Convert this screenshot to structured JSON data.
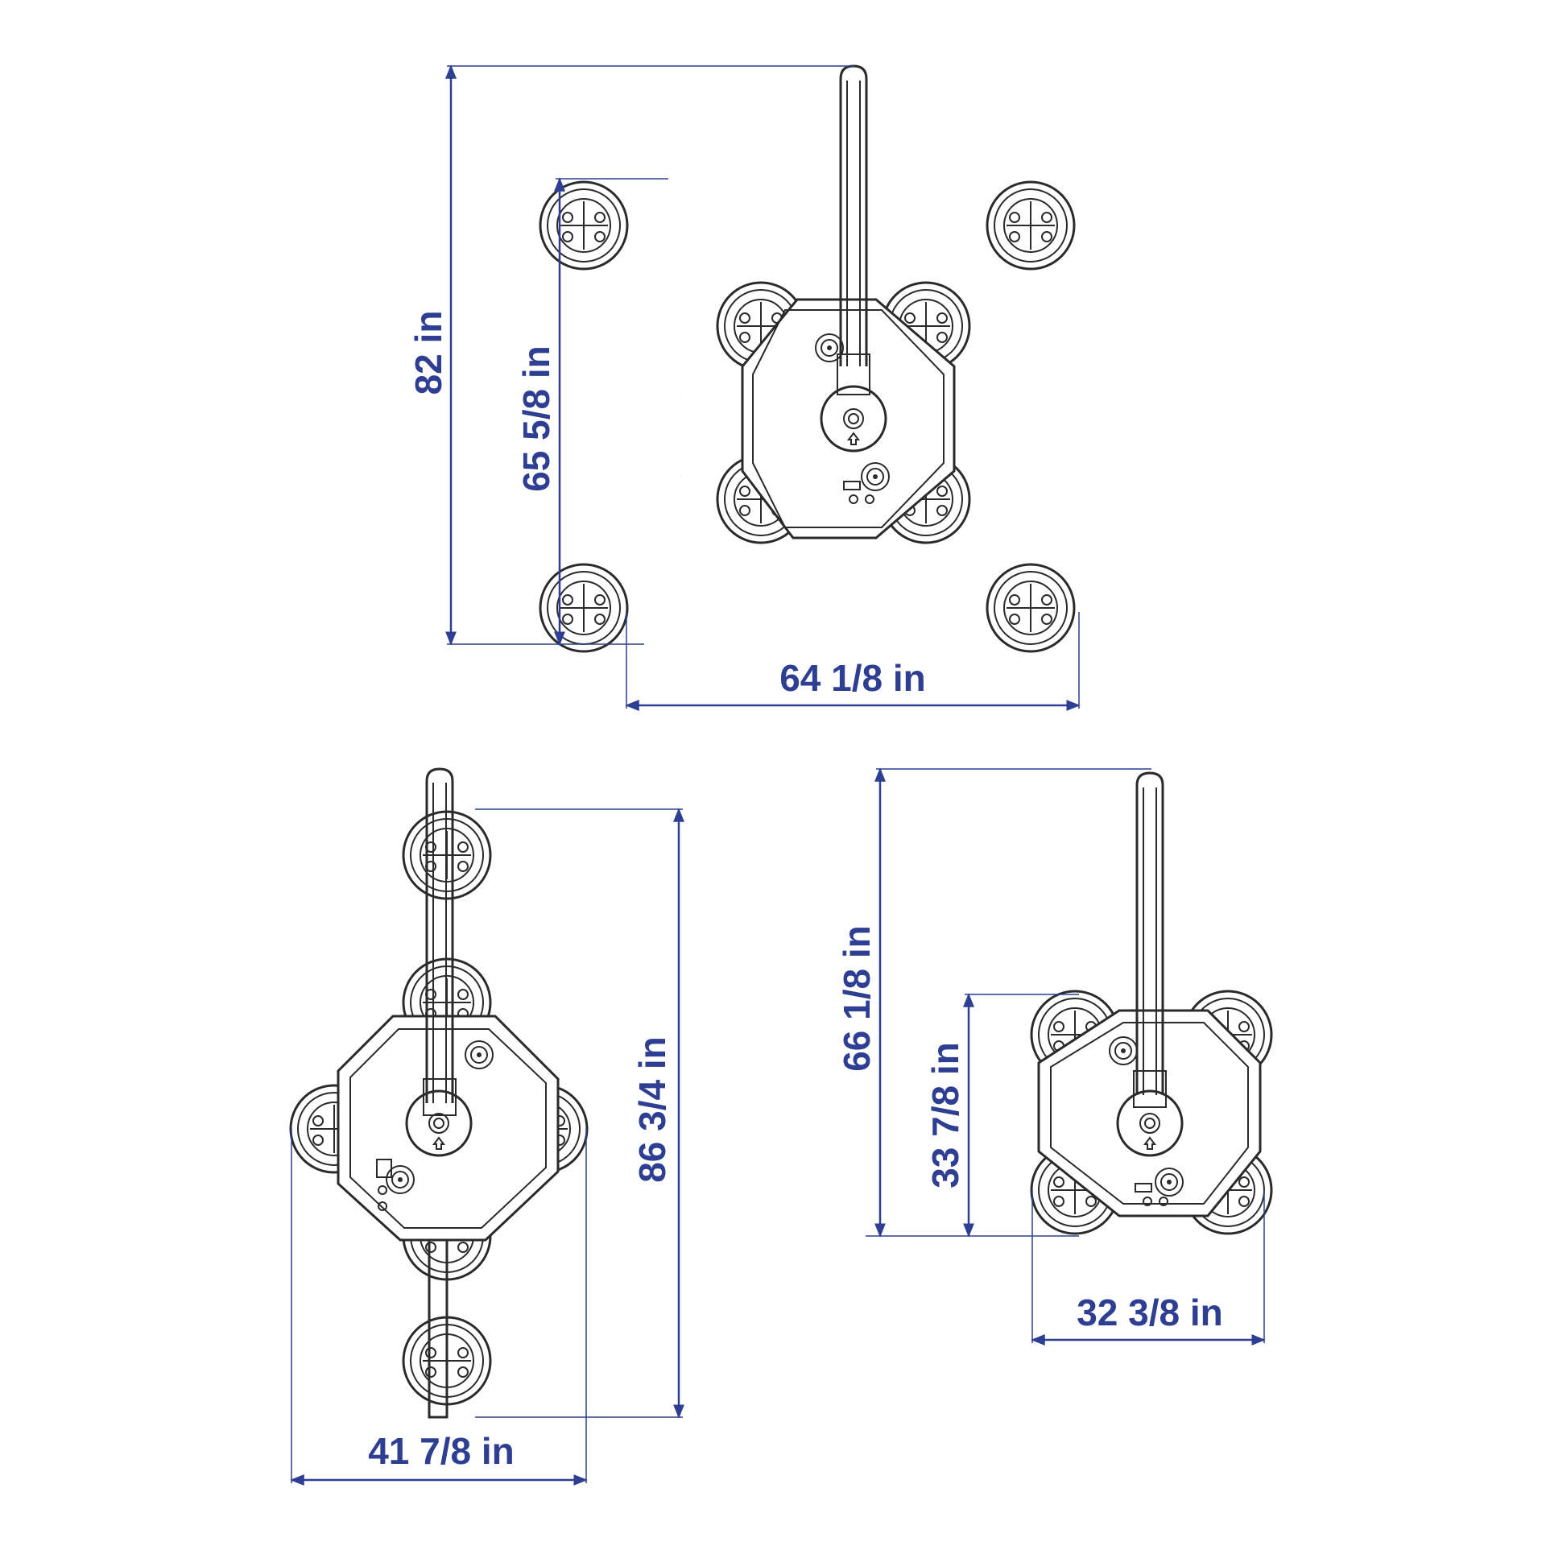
{
  "colors": {
    "dimension": "#2e3f93",
    "drawing": "#2a2a2a",
    "background": "#ffffff"
  },
  "views": {
    "x_config": {
      "height_overall": "82 in",
      "height_pads": "65 5/8 in",
      "width": "64 1/8 in"
    },
    "inline_config": {
      "height": "86 3/4 in",
      "width": "41 7/8 in"
    },
    "compact_config": {
      "height_overall": "66 1/8 in",
      "height_pads": "33 7/8 in",
      "width": "32 3/8 in"
    }
  }
}
